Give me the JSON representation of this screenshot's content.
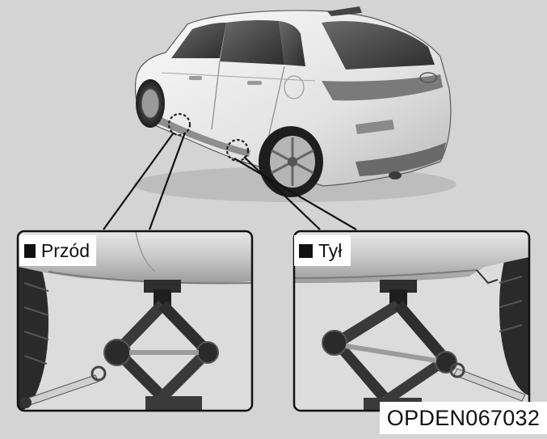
{
  "figure": {
    "front_label": "Przód",
    "rear_label": "Tył",
    "figure_code": "OPDEN067032"
  },
  "colors": {
    "background": "#d4d4d4",
    "panel_border": "#111111",
    "body_light": "#f3f3f3",
    "body_mid": "#c9c9c9",
    "jack_dark": "#333333",
    "callout_circle": "#222222"
  },
  "icons": [
    "label-square-icon",
    "jack-point-marker-icon",
    "scissor-jack-icon",
    "jack-handle-icon"
  ]
}
